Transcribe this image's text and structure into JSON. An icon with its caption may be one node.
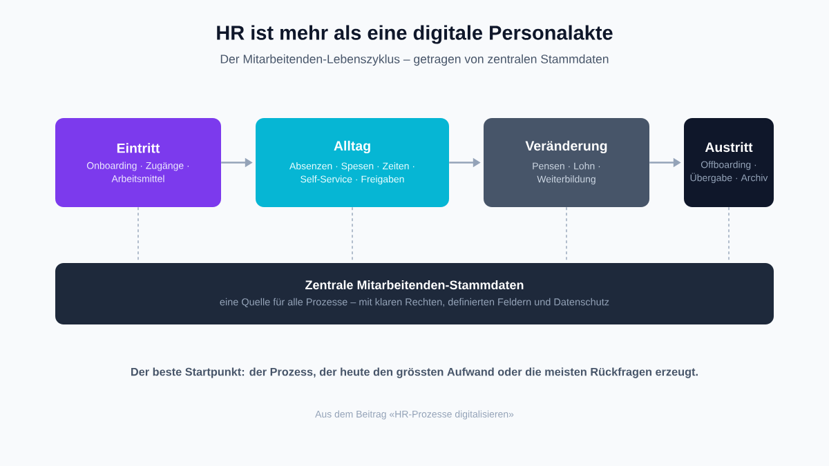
{
  "diagram": {
    "title": "HR ist mehr als eine digitale Personalakte",
    "nodes": [
      {
        "text": [
          "Eintritt",
          "Onboarding · Zugänge · Arbeitsmittel"
        ]
      },
      {
        "text": [
          "Alltag",
          "Absenzen · Spesen · Zeiten · Self-Service · Freigaben"
        ]
      },
      {
        "text": [
          "Veränderung",
          "Pensen · Lohn · Weiterbildung"
        ]
      },
      {
        "text": [
          "Austritt",
          "Offboarding · Übergabe · Archiv"
        ]
      },
      {
        "text": [
          "Zentrale Mitarbeitenden-Stammdaten",
          "eine Quelle für alle Prozesse – mit klaren Rechten, definierten Feldern und Datenschutz"
        ]
      }
    ],
    "edges": [
      {
        "from": 0,
        "to": 1,
        "arrow": "to"
      },
      {
        "from": 1,
        "to": 2,
        "arrow": "to"
      },
      {
        "from": 2,
        "to": 3,
        "arrow": "to"
      },
      {
        "from": 0,
        "to": 4,
        "arrow": "none",
        "style": "dashed"
      },
      {
        "from": 1,
        "to": 4,
        "arrow": "none",
        "style": "dashed"
      },
      {
        "from": 2,
        "to": 4,
        "arrow": "none",
        "style": "dashed"
      },
      {
        "from": 3,
        "to": 4,
        "arrow": "none",
        "style": "dashed"
      }
    ],
    "labels": [
      "Der Mitarbeitenden-Lebenszyklus – getragen von zentralen Stammdaten",
      "Der beste Startpunkt: der Prozess, der heute den grössten Aufwand oder die meisten Rückfragen erzeugt.",
      "Aus dem Beitrag «HR-Prozesse digitalisieren»"
    ]
  }
}
